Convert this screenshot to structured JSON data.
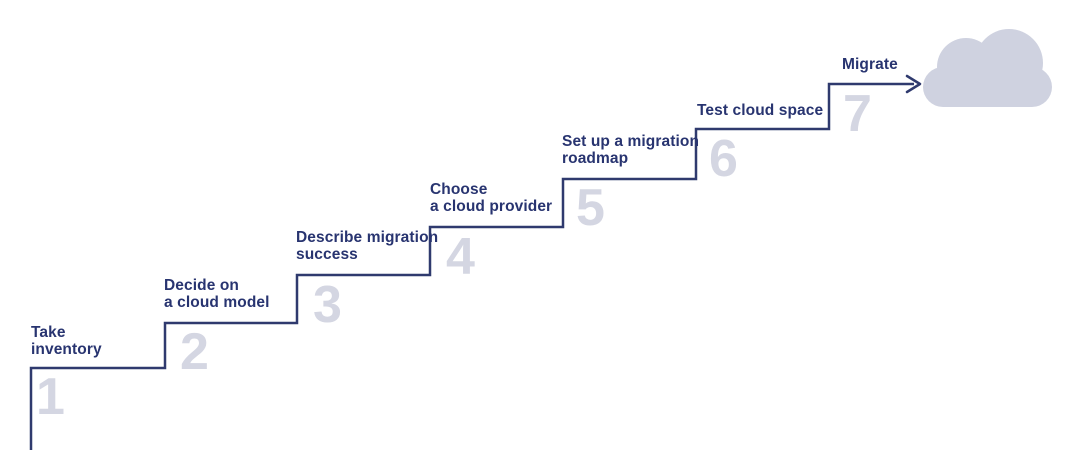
{
  "colors": {
    "line": "#2f3a6e",
    "label_text": "#283470",
    "step_number": "#d4d6e2",
    "cloud_fill": "#cfd2e0",
    "background": "#ffffff"
  },
  "steps": [
    {
      "number": "1",
      "lines": [
        "Take",
        "inventory"
      ]
    },
    {
      "number": "2",
      "lines": [
        "Decide on",
        "a cloud model"
      ]
    },
    {
      "number": "3",
      "lines": [
        "Describe migration",
        "success"
      ]
    },
    {
      "number": "4",
      "lines": [
        "Choose",
        "a cloud provider"
      ]
    },
    {
      "number": "5",
      "lines": [
        "Set up a migration",
        "roadmap"
      ]
    },
    {
      "number": "6",
      "lines": [
        "Test cloud space"
      ]
    },
    {
      "number": "7",
      "lines": [
        "Migrate"
      ]
    }
  ],
  "icons": {
    "cloud": "cloud-icon",
    "arrow": "arrow-right-icon"
  }
}
